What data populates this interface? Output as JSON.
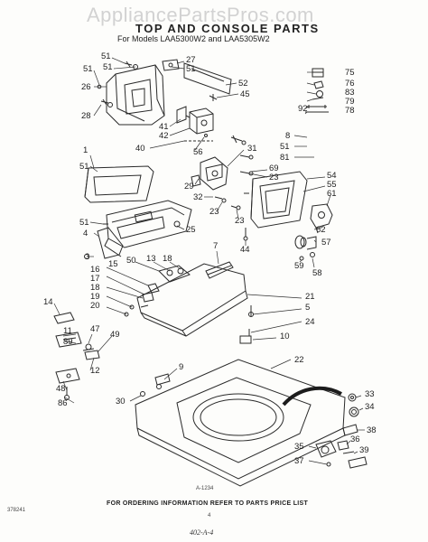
{
  "watermark": "AppliancePartsPros.com",
  "title": "TOP AND CONSOLE PARTS",
  "subtitle": "For Models LAA5300W2 and LAA5305W2",
  "figure_code": "A-1234",
  "footer_note": "FOR ORDERING INFORMATION REFER TO PARTS PRICE LIST",
  "doc_number": "378241",
  "page_number": "4",
  "handwritten_note": "402-A-4",
  "callouts": {
    "c51a": "51",
    "c51b": "51",
    "c27": "27",
    "c51c": "51",
    "c51d": "51",
    "c26": "26",
    "c28": "28",
    "c52": "52",
    "c45": "45",
    "c75": "75",
    "c76": "76",
    "c83": "83",
    "c79": "79",
    "c92": "92",
    "c78": "78",
    "c41": "41",
    "c42": "42",
    "c40": "40",
    "c56": "56",
    "c1": "1",
    "c51e": "51",
    "c8": "8",
    "c51f": "51",
    "c81": "81",
    "c31": "31",
    "c69": "69",
    "c23a": "23",
    "c54": "54",
    "c55": "55",
    "c61": "61",
    "c29": "29",
    "c32": "32",
    "c23b": "23",
    "c23c": "23",
    "c51g": "51",
    "c4": "4",
    "c25": "25",
    "c62": "62",
    "c44": "44",
    "c57": "57",
    "c59": "59",
    "c58": "58",
    "c7": "7",
    "c3": "3",
    "c50": "50",
    "c13": "13",
    "c18": "18",
    "c15": "15",
    "c16": "16",
    "c17": "17",
    "c18b": "18",
    "c19": "19",
    "c20": "20",
    "c21": "21",
    "c5": "5",
    "c24": "24",
    "c14": "14",
    "c11": "11",
    "c89": "89",
    "c47": "47",
    "c49": "49",
    "c10": "10",
    "c22": "22",
    "c9": "9",
    "c12": "12",
    "c48": "48",
    "c86": "86",
    "c30": "30",
    "c33": "33",
    "c34": "34",
    "c38": "38",
    "c36": "36",
    "c35": "35",
    "c39": "39",
    "c37": "37"
  }
}
